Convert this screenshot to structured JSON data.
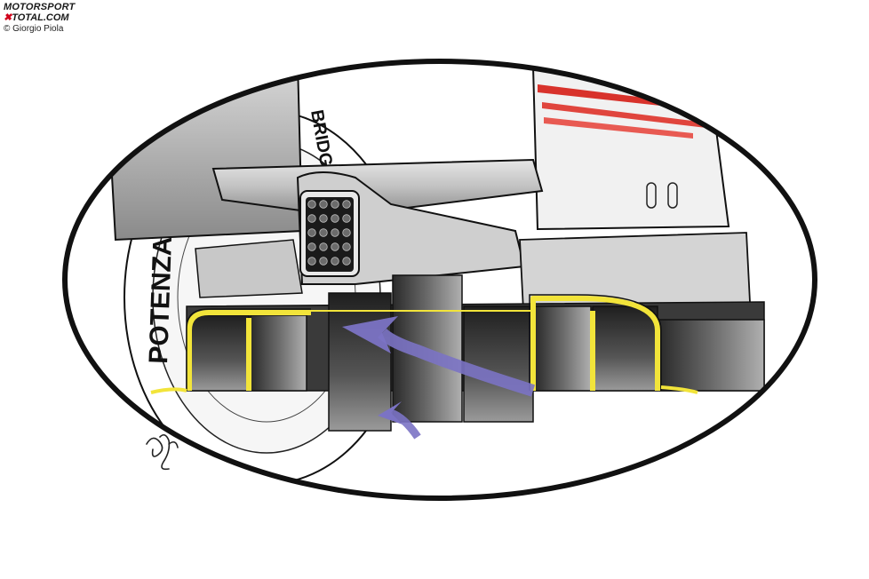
{
  "branding": {
    "logo_word1": "MOTORSPORT",
    "logo_word2_mark": "✖",
    "logo_word2": "TOTAL.COM",
    "credit": "© Giorgio Piola"
  },
  "illustration": {
    "tyre_sidewall_text_1": "POTENZA",
    "tyre_sidewall_text_2": "BRIDGESTONE",
    "colors": {
      "highlight_yellow": "#f2e43a",
      "flow_arrow_purple": "#7b73c4",
      "bodywork_grey": "#b9b9b9",
      "dark_channel": "#2e2e2e",
      "livery_red": "#d8322b",
      "outline_black": "#111111"
    }
  },
  "icons": {
    "artist_signature": "signature-icon",
    "airflow_arrows": "flow-arrow-icon"
  }
}
